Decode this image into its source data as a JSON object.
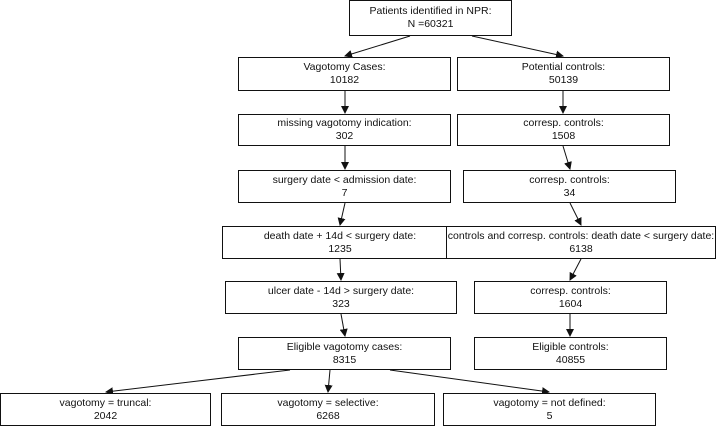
{
  "nodes": {
    "root": {
      "line1": "Patients identified in NPR:",
      "line2": "N =60321"
    },
    "cases": {
      "line1": "Vagotomy Cases:",
      "line2": "10182"
    },
    "potential": {
      "line1": "Potential controls:",
      "line2": "50139"
    },
    "missing": {
      "line1": "missing vagotomy indication:",
      "line2": "302"
    },
    "ctrl1": {
      "line1": "corresp. controls:",
      "line2": "1508"
    },
    "surgery": {
      "line1": "surgery date < admission date:",
      "line2": "7"
    },
    "ctrl2": {
      "line1": "corresp. controls:",
      "line2": "34"
    },
    "death": {
      "line1": "death date + 14d < surgery date:",
      "line2": "1235"
    },
    "death_ctrl": {
      "line1": "controls and corresp. controls: death date < surgery date:",
      "line2": "6138"
    },
    "ulcer": {
      "line1": "ulcer date - 14d > surgery date:",
      "line2": "323"
    },
    "ctrl3": {
      "line1": "corresp. controls:",
      "line2": "1604"
    },
    "eligible": {
      "line1": "Eligible vagotomy cases:",
      "line2": "8315"
    },
    "eligible_ctrl": {
      "line1": "Eligible controls:",
      "line2": "40855"
    },
    "truncal": {
      "line1": "vagotomy = truncal:",
      "line2": "2042"
    },
    "selective": {
      "line1": "vagotomy = selective:",
      "line2": "6268"
    },
    "not_defined": {
      "line1": "vagotomy = not defined:",
      "line2": "5"
    }
  },
  "colors": {
    "stroke": "#111111",
    "fill": "#ffffff"
  }
}
